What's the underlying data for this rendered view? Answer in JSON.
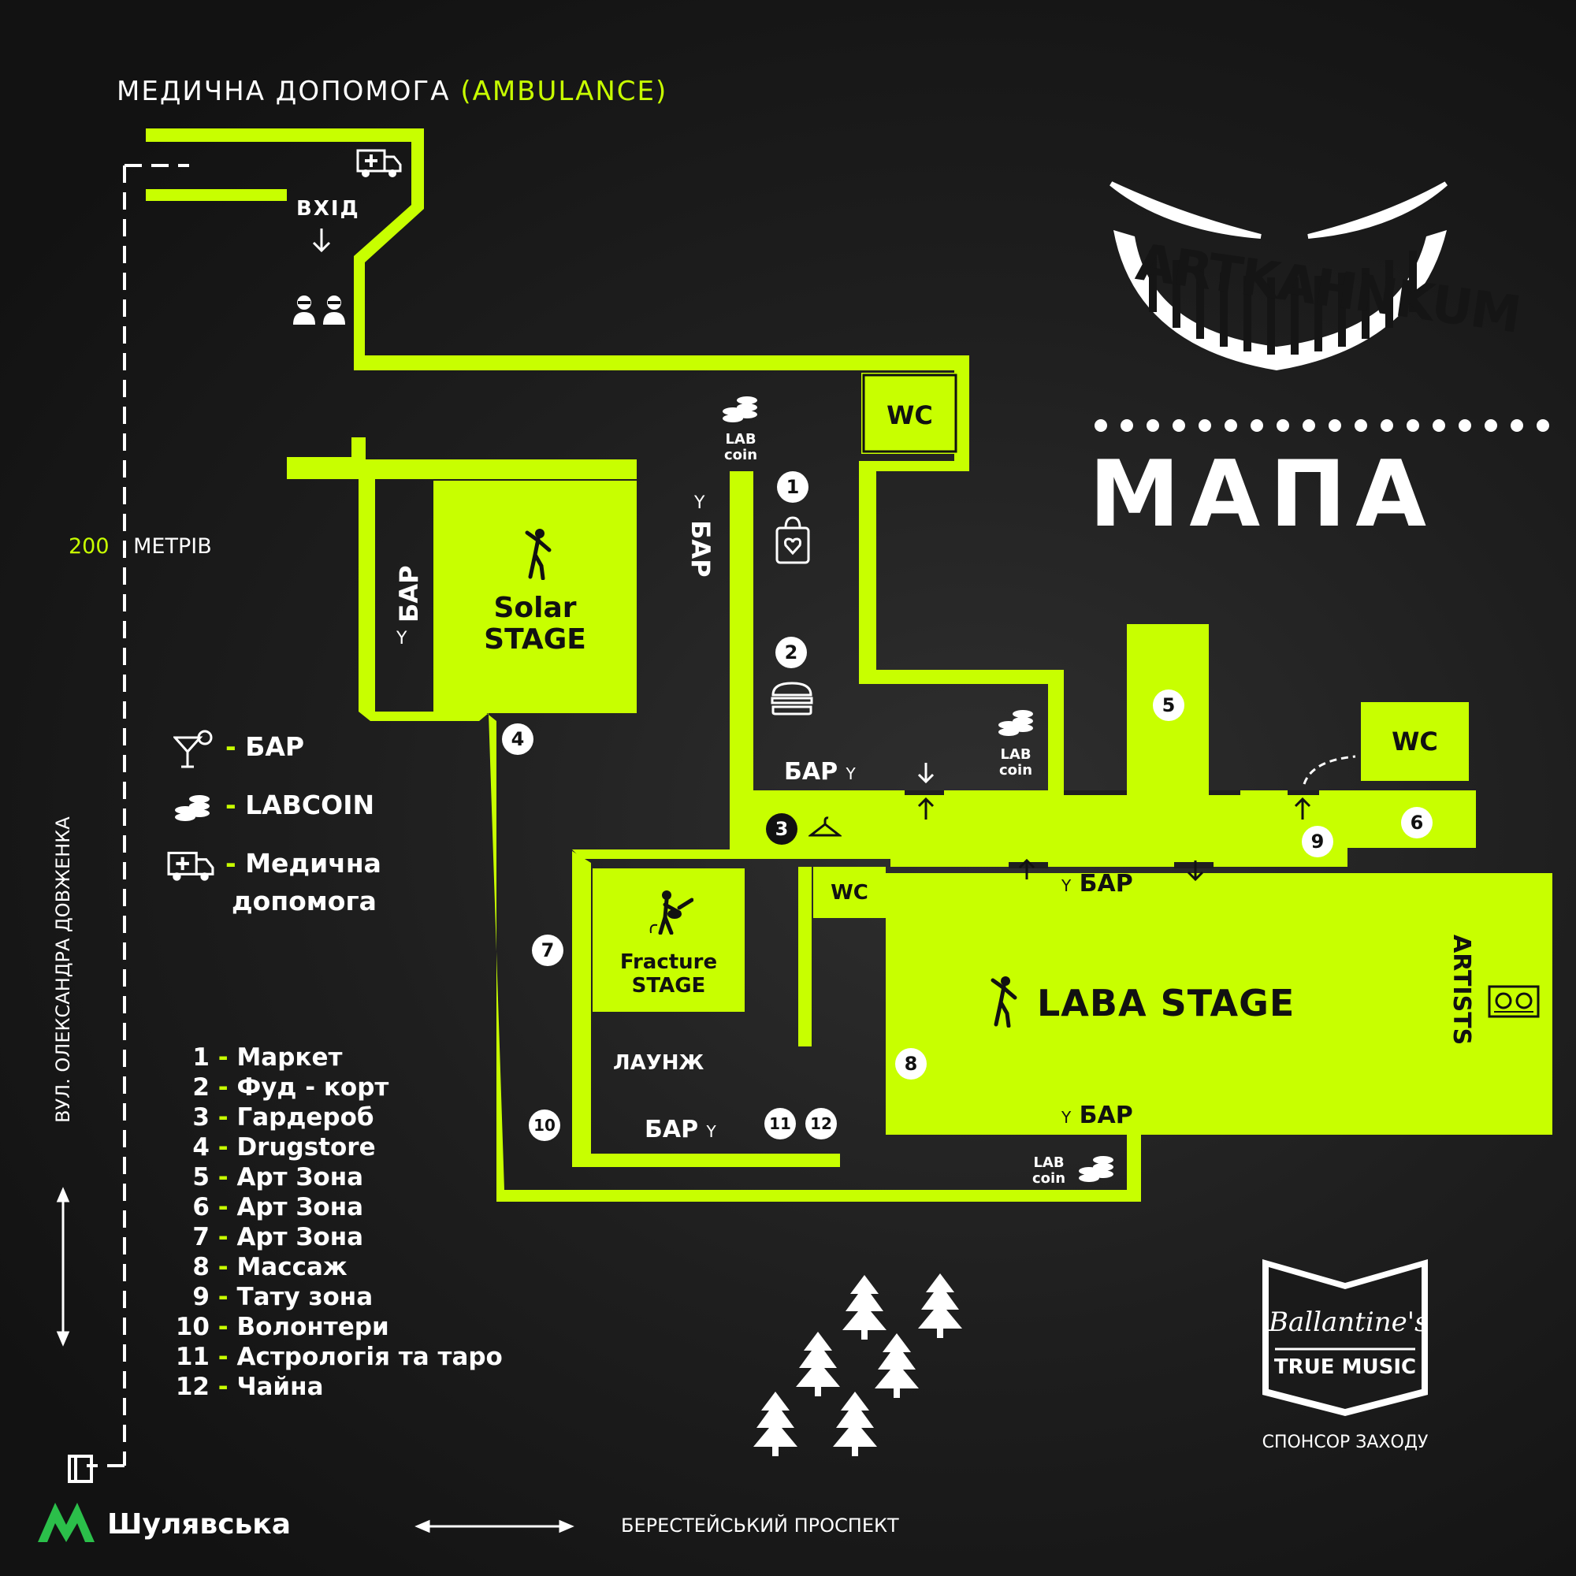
{
  "colors": {
    "accent": "#c8ff00",
    "background": "#1a1a1a",
    "text": "#ffffff",
    "ink": "#111111"
  },
  "header": {
    "ambulance_text": "МЕДИЧНА ДОПОМОГА",
    "ambulance_en": "(AMBULANCE)"
  },
  "brand": {
    "logo_text": "ARTKAHNKUM",
    "title": "МАПА"
  },
  "entrance": {
    "label": "ВХІД"
  },
  "scale": {
    "value": "200",
    "unit": "МЕТРІВ"
  },
  "streets": {
    "left": "ВУЛ. ОЛЕКСАНДРА ДОВЖЕНКА",
    "bottom": "БЕРЕСТЕЙСЬКИЙ ПРОСПЕКТ"
  },
  "metro": {
    "station": "Шулявська"
  },
  "venue": {
    "solar_stage": [
      "Solar",
      "STAGE"
    ],
    "fracture_stage": [
      "Fracture",
      "STAGE"
    ],
    "laba_stage": "LABA STAGE",
    "artists": "ARTISTS",
    "lounge": "ЛАУНЖ",
    "wc": "WC",
    "bar": "БАР",
    "labcoin": [
      "LAB",
      "coin"
    ]
  },
  "points": [
    "1",
    "2",
    "3",
    "4",
    "5",
    "6",
    "7",
    "8",
    "9",
    "10",
    "11",
    "12"
  ],
  "legend": {
    "bar": "БАР",
    "labcoin": "LABCOIN",
    "medical": [
      "Медична",
      "допомога"
    ]
  },
  "places": [
    {
      "num": "1",
      "name": "Маркет"
    },
    {
      "num": "2",
      "name": "Фуд - корт"
    },
    {
      "num": "3",
      "name": "Гардероб"
    },
    {
      "num": "4",
      "name": "Drugstore"
    },
    {
      "num": "5",
      "name": "Арт Зона"
    },
    {
      "num": "6",
      "name": "Арт Зона"
    },
    {
      "num": "7",
      "name": "Арт Зона"
    },
    {
      "num": "8",
      "name": "Массаж"
    },
    {
      "num": "9",
      "name": "Тату зона"
    },
    {
      "num": "10",
      "name": "Волонтери"
    },
    {
      "num": "11",
      "name": "Астрологія та таро"
    },
    {
      "num": "12",
      "name": "Чайна"
    }
  ],
  "sponsor": {
    "name": "Ballantine's",
    "tagline": "TRUE MUSIC",
    "caption": "СПОНСОР ЗАХОДУ"
  }
}
